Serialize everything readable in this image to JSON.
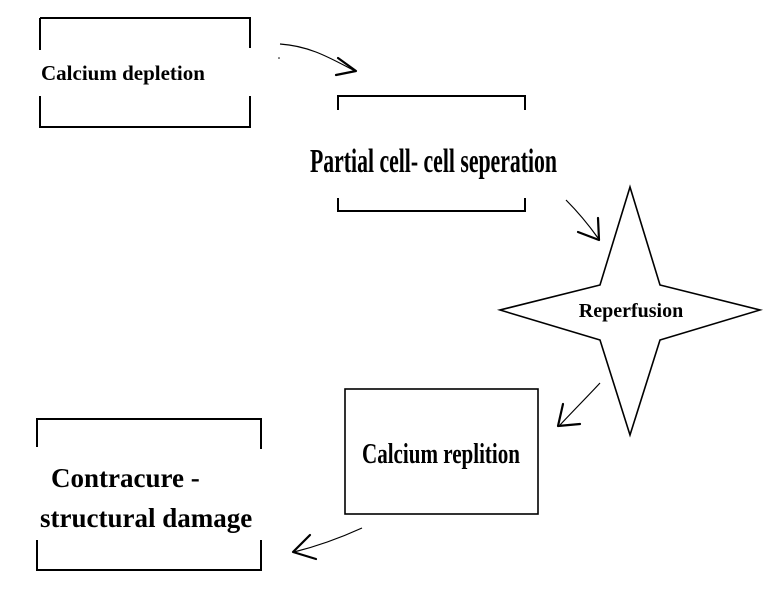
{
  "diagram": {
    "nodes": {
      "calcium_depletion": {
        "label": "Calcium depletion"
      },
      "partial_separation": {
        "label": "Partial cell- cell seperation"
      },
      "reperfusion": {
        "label": "Reperfusion"
      },
      "calcium_replition": {
        "label": "Calcium replition"
      },
      "contracure": {
        "line1": "Contracure -",
        "line2": "structural damage"
      }
    },
    "edges": [
      {
        "from": "calcium_depletion",
        "to": "partial_separation"
      },
      {
        "from": "partial_separation",
        "to": "reperfusion"
      },
      {
        "from": "reperfusion",
        "to": "calcium_replition"
      },
      {
        "from": "calcium_replition",
        "to": "contracure"
      }
    ]
  }
}
